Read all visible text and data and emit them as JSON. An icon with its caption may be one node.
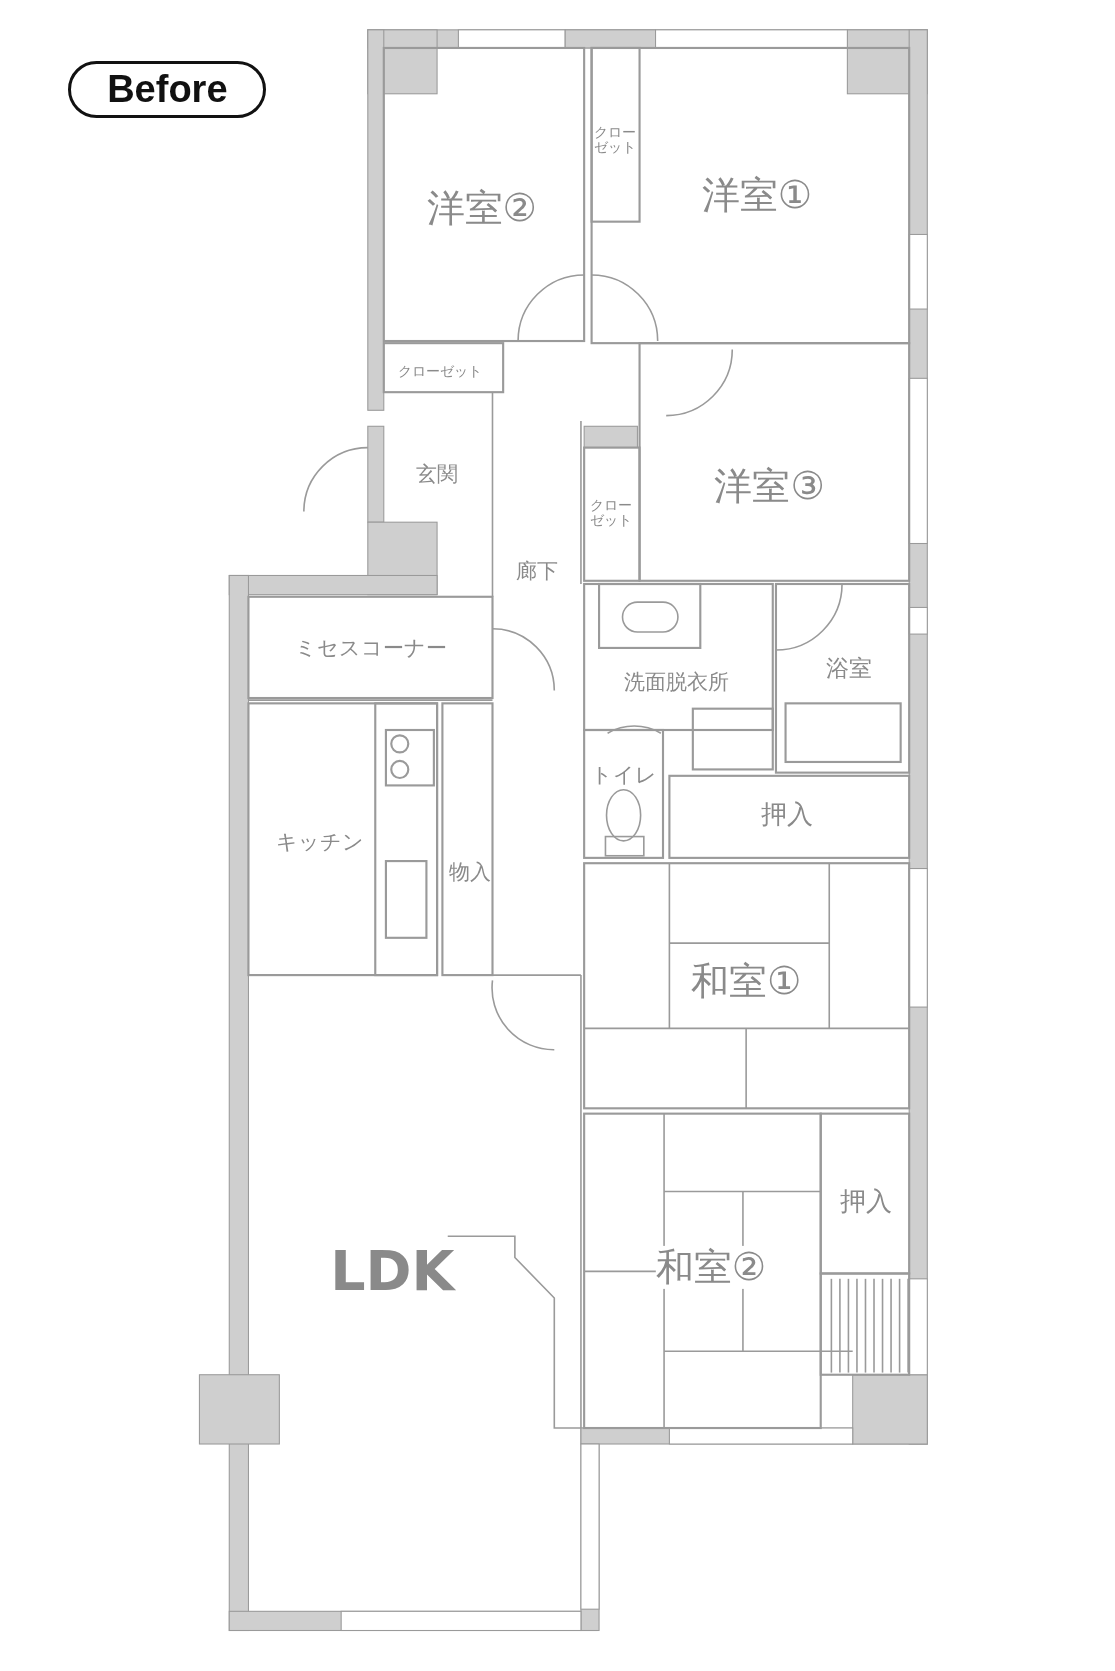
{
  "diagram": {
    "title": "Before",
    "labels": [
      "洋室②",
      "洋室①",
      "クローゼット",
      "クローゼット",
      "玄関",
      "洋室③",
      "クローゼット",
      "廊下",
      "ミセスコーナー",
      "浴室",
      "洗面脱衣所",
      "トイレ",
      "押入",
      "キッチン",
      "物入",
      "和室①",
      "押入",
      "LDK",
      "和室②"
    ]
  }
}
